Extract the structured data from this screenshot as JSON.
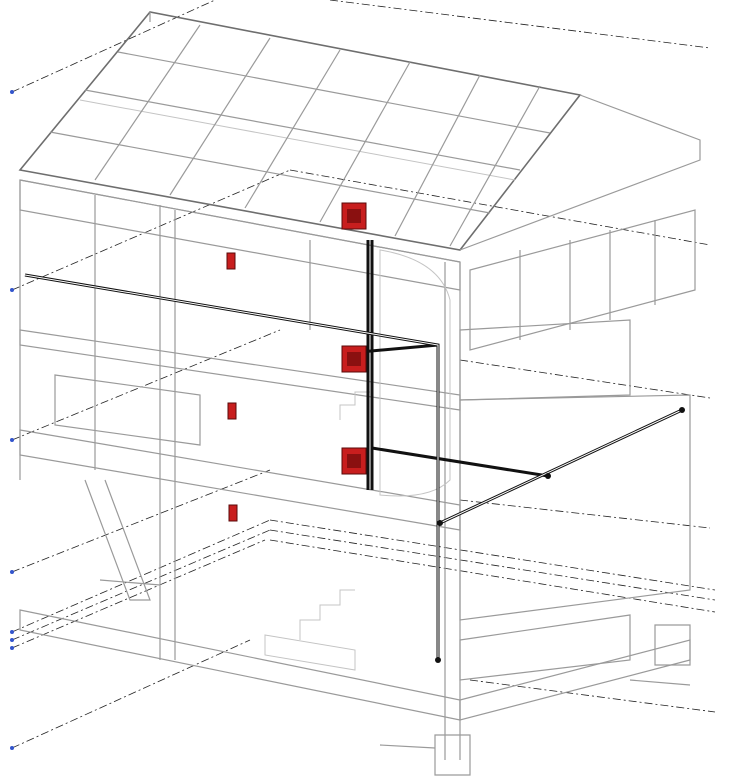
{
  "view": {
    "type": "3d-building-model",
    "colors": {
      "background": "#ffffff",
      "geometry": "#9a9a9a",
      "conduit": "#111111",
      "device": "#c81e1e",
      "grid_marker": "#3355cc"
    },
    "devices": [
      {
        "name": "panel-upper"
      },
      {
        "name": "panel-middle"
      },
      {
        "name": "panel-lower"
      },
      {
        "name": "fixture-level3"
      },
      {
        "name": "fixture-level2"
      },
      {
        "name": "fixture-level1"
      }
    ]
  }
}
